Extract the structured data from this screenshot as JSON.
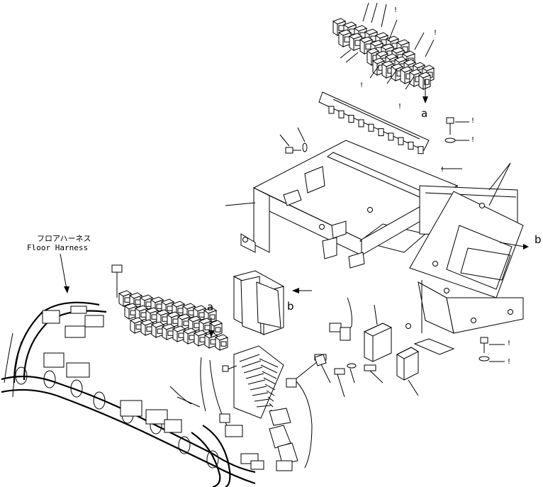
{
  "callouts": {
    "floor_harness_jp": "フロアハーネス",
    "floor_harness_en": "Floor Harness",
    "view_a_label": "a",
    "view_b_label": "b",
    "view_a_label_top": "a",
    "view_b_label_right": "b"
  },
  "tick_mark": "!"
}
